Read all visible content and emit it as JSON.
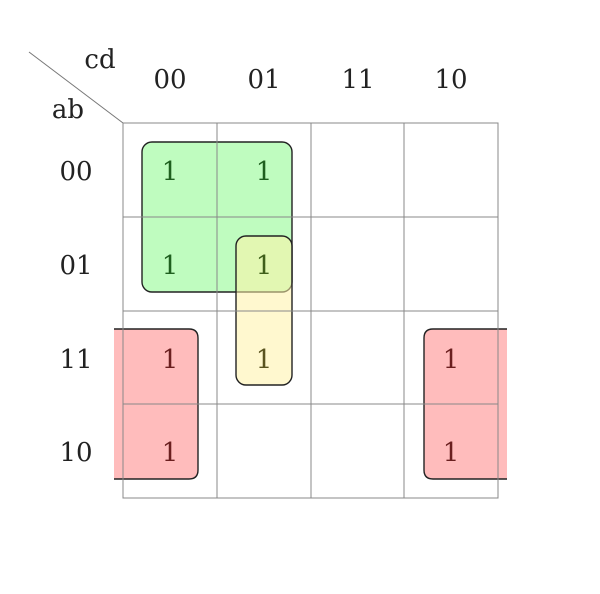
{
  "kmap": {
    "row_var_label": "ab",
    "col_var_label": "cd",
    "col_headers": [
      "00",
      "01",
      "11",
      "10"
    ],
    "row_headers": [
      "00",
      "01",
      "11",
      "10"
    ],
    "cells": [
      [
        "1",
        "1",
        "",
        ""
      ],
      [
        "1",
        "1",
        "",
        ""
      ],
      [
        "1",
        "1",
        "",
        "1"
      ],
      [
        "1",
        "",
        "",
        "1"
      ]
    ],
    "groups": [
      {
        "name": "green-group",
        "cells": "rows 00-01, cols 00-01",
        "fill": "#bcfcbc",
        "text": "#1f5f1f"
      },
      {
        "name": "yellow-group",
        "cells": "rows 01-11, col 01",
        "fill": "#fff8cc",
        "text": "#5a5420"
      },
      {
        "name": "red-group",
        "cells": "rows 11-10, cols 00 & 10 (wrap-around)",
        "fill": "#ffbcbc",
        "text": "#6a1f1f"
      }
    ],
    "colors": {
      "grid": "#888888",
      "green_fill": "#bcfcbc",
      "yellow_fill": "#fff8cc",
      "overlap_fill": "#d8f7a4",
      "red_fill": "#ffbcbc",
      "outline": "#222222"
    }
  }
}
